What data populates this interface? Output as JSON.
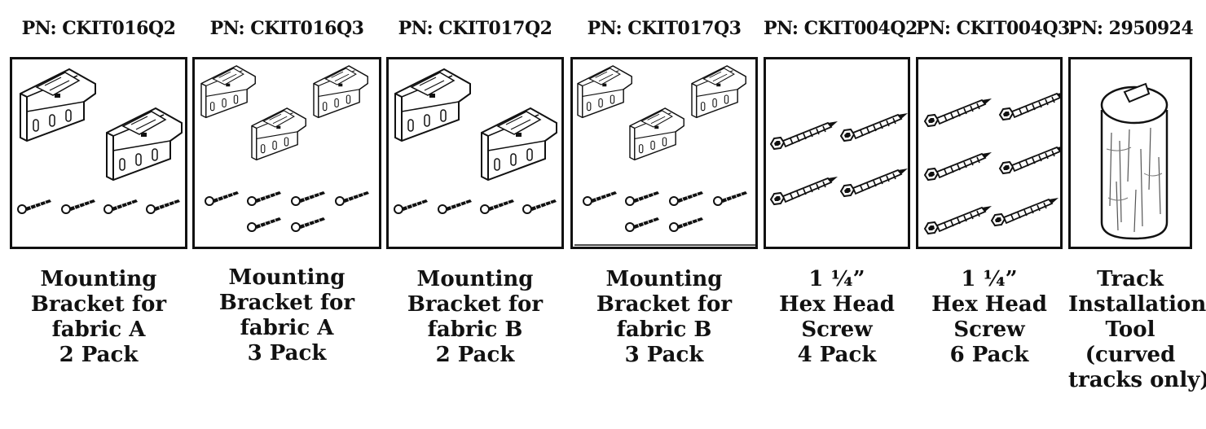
{
  "products": [
    {
      "pn": "PN: CKIT016Q2",
      "lines": [
        "Mounting",
        "Bracket for",
        "fabric A",
        "2 Pack"
      ],
      "icon": "bracket-a-2-screws-4"
    },
    {
      "pn": "PN: CKIT016Q3",
      "lines": [
        "Mounting",
        "Bracket for",
        "fabric A",
        "3 Pack"
      ],
      "icon": "bracket-a-3-screws-6"
    },
    {
      "pn": "PN: CKIT017Q2",
      "lines": [
        "Mounting",
        "Bracket for",
        "fabric B",
        "2 Pack"
      ],
      "icon": "bracket-b-2-screws-4"
    },
    {
      "pn": "PN: CKIT017Q3",
      "lines": [
        "Mounting",
        "Bracket for",
        "fabric B",
        "3 Pack"
      ],
      "icon": "bracket-b-3-screws-6"
    },
    {
      "pn": "PN: CKIT004Q2",
      "lines": [
        "1 ¼”",
        "Hex Head",
        "Screw",
        "4 Pack"
      ],
      "icon": "hex-screw-4"
    },
    {
      "pn": "PN: CKIT004Q3",
      "lines": [
        "1 ¼”",
        "Hex Head",
        "Screw",
        "6 Pack"
      ],
      "icon": "hex-screw-6"
    },
    {
      "pn": "PN: 2950924",
      "lines": [
        "Track",
        "Installation",
        "Tool",
        "(curved",
        "tracks only)"
      ],
      "icon": "track-installation-tool"
    }
  ]
}
